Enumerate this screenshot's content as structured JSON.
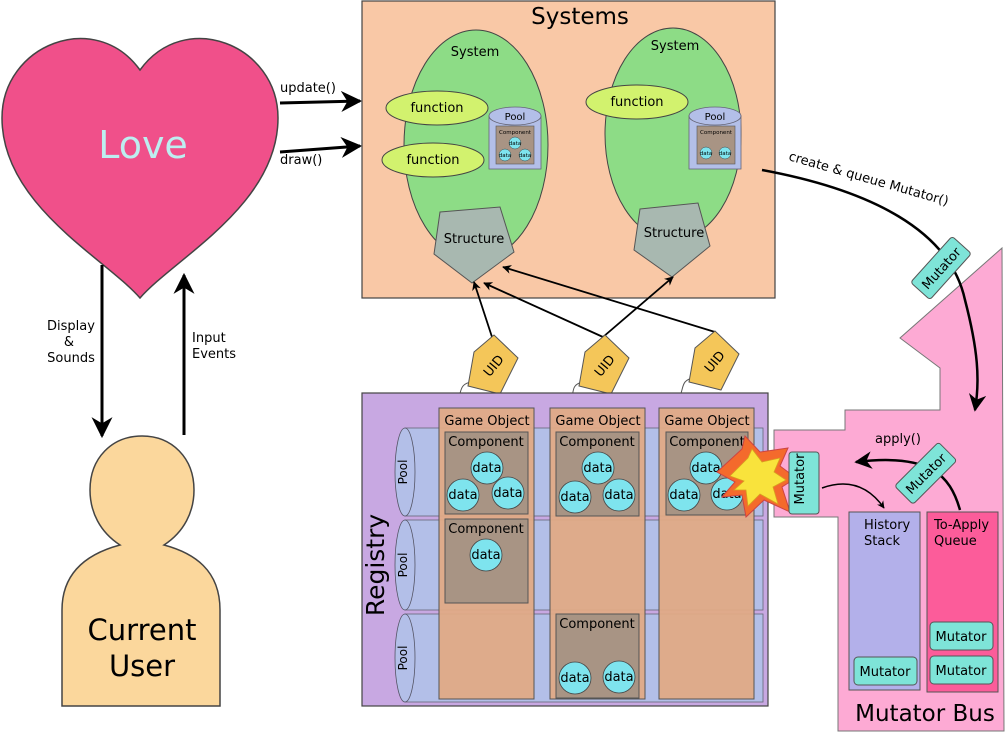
{
  "love": {
    "label": "Love"
  },
  "user": {
    "line1": "Current",
    "line2": "User"
  },
  "edges": {
    "update": "update()",
    "draw": "draw()",
    "display_1": "Display",
    "display_2": "&",
    "display_3": "Sounds",
    "input_1": "Input",
    "input_2": "Events",
    "create_queue": "create & queue Mutator()",
    "apply": "apply()"
  },
  "systems": {
    "title": "Systems",
    "items": [
      {
        "label": "System",
        "functions": [
          "function",
          "function"
        ],
        "pool": {
          "label": "Pool",
          "component": "Component",
          "data": [
            "data",
            "data",
            "data"
          ]
        },
        "structure": "Structure"
      },
      {
        "label": "System",
        "functions": [
          "function"
        ],
        "pool": {
          "label": "Pool",
          "component": "Component",
          "data": [
            "data",
            "data"
          ]
        },
        "structure": "Structure"
      }
    ]
  },
  "uids": [
    "UID",
    "UID",
    "UID"
  ],
  "registry": {
    "title": "Registry",
    "pools": [
      "Pool",
      "Pool",
      "Pool"
    ],
    "game_objects": [
      {
        "title": "Game Object",
        "components": [
          {
            "label": "Component",
            "data": [
              "data",
              "data",
              "data"
            ]
          },
          {
            "label": "Component",
            "data": [
              "data"
            ]
          }
        ]
      },
      {
        "title": "Game Object",
        "components": [
          {
            "label": "Component",
            "data": [
              "data",
              "data",
              "data"
            ]
          },
          {
            "label": "Component",
            "data": [
              "data",
              "data"
            ]
          }
        ]
      },
      {
        "title": "Game Object",
        "components": [
          {
            "label": "Component",
            "data": [
              "data",
              "data",
              "data"
            ]
          }
        ]
      }
    ]
  },
  "mutator_bus": {
    "title": "Mutator Bus",
    "mutator_label": "Mutator",
    "history_stack": [
      "History",
      "Stack"
    ],
    "to_apply_queue": [
      "To-Apply",
      "Queue"
    ],
    "history_items": [
      "Mutator"
    ],
    "queue_items": [
      "Mutator",
      "Mutator"
    ]
  },
  "colors": {
    "heart": "#f0508a",
    "love_text": "#bdeef0",
    "systems_bg": "#f9c8a6",
    "system_green": "#8ddc86",
    "function_green": "#d2f26e",
    "pool_blue": "#b3bfe8",
    "component_brown": "#a89484",
    "data_cyan": "#7ee4ee",
    "structure_gray": "#a8b8b0",
    "uid_yellow": "#f4c659",
    "registry_purple": "#c8a8e2",
    "game_object": "#e0aa86",
    "bus_pink": "#fdaad4",
    "history_blue": "#b3b0ea",
    "queue_pink": "#fc5c9a",
    "mutator_teal": "#7ee4d8",
    "user": "#fbd79c"
  }
}
